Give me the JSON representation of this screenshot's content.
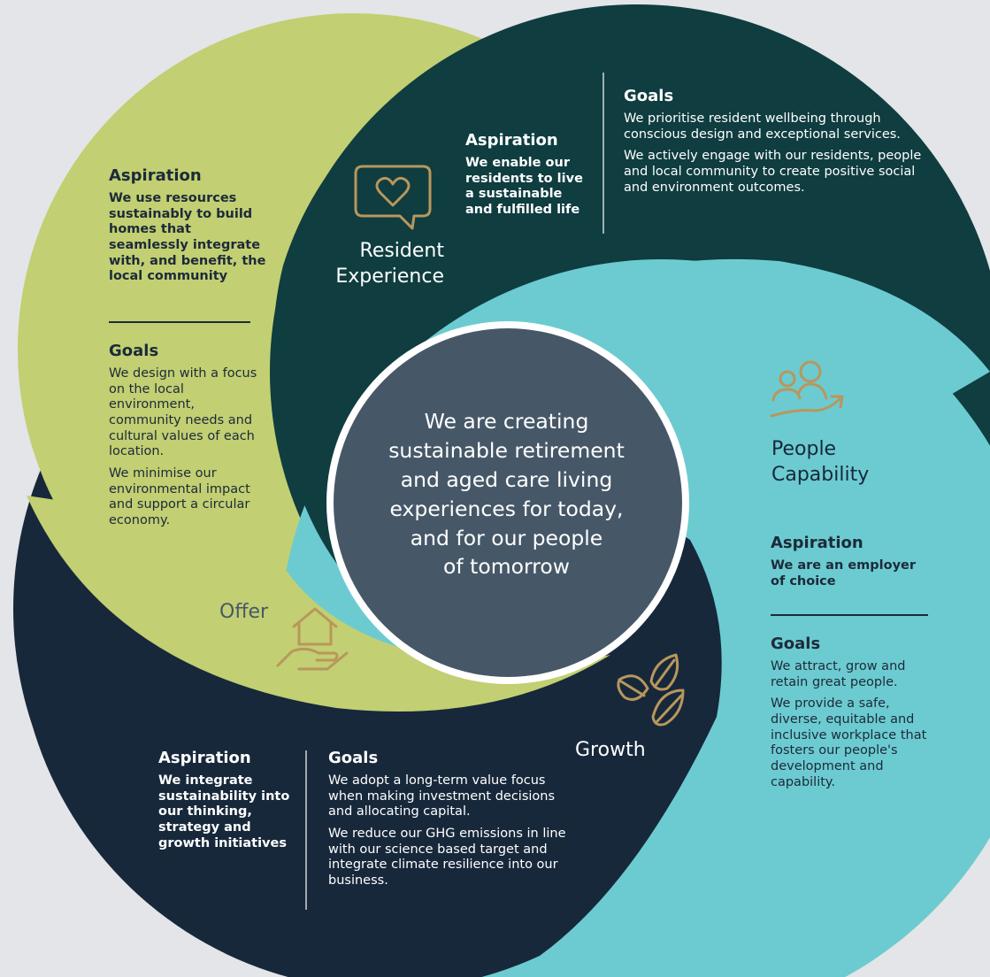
{
  "center": {
    "lines": [
      "We are creating",
      "sustainable retirement",
      "and aged care living",
      "experiences for today,",
      "and for our people",
      "of tomorrow"
    ]
  },
  "offer": {
    "title": "Offer",
    "aspiration_heading": "Aspiration",
    "aspiration_text": "We use resources sustainably to build homes that seamlessly integrate with, and benefit, the local community",
    "goals_heading": "Goals",
    "goals": [
      "We design with a focus on the local environment, community needs and cultural values of each location.",
      "We minimise our environmental impact and support a circular economy."
    ]
  },
  "resident": {
    "title_line1": "Resident",
    "title_line2": "Experience",
    "aspiration_heading": "Aspiration",
    "aspiration_text": "We enable our residents to live a sustainable and fulfilled life",
    "goals_heading": "Goals",
    "goals": [
      "We prioritise resident wellbeing through conscious design and exceptional services.",
      "We actively engage with our residents, people and local community to create positive social and environment outcomes."
    ]
  },
  "people": {
    "title_line1": "People",
    "title_line2": "Capability",
    "aspiration_heading": "Aspiration",
    "aspiration_text": "We are an employer of choice",
    "goals_heading": "Goals",
    "goals": [
      "We attract, grow and retain great people.",
      "We provide a safe, diverse, equitable and inclusive workplace that fosters our people's development and capability."
    ]
  },
  "growth": {
    "title": "Growth",
    "aspiration_heading": "Aspiration",
    "aspiration_text": "We integrate sustainability into our thinking, strategy and growth initiatives",
    "goals_heading": "Goals",
    "goals": [
      "We adopt a long-term value focus when making investment decisions and allocating capital.",
      "We reduce our GHG emissions in line with our science based target and integrate climate resilience into our business."
    ]
  },
  "colors": {
    "background": "#e3e5e8",
    "offer_green": "#c2cf72",
    "resident_teal": "#0f3d40",
    "people_cyan": "#6ccbd0",
    "growth_navy": "#17283b",
    "center_slate": "#465868",
    "icon_gold": "#b8975c"
  },
  "icons": [
    "heart-speech-bubble-icon",
    "people-growth-icon",
    "house-in-hand-icon",
    "leaves-icon"
  ]
}
